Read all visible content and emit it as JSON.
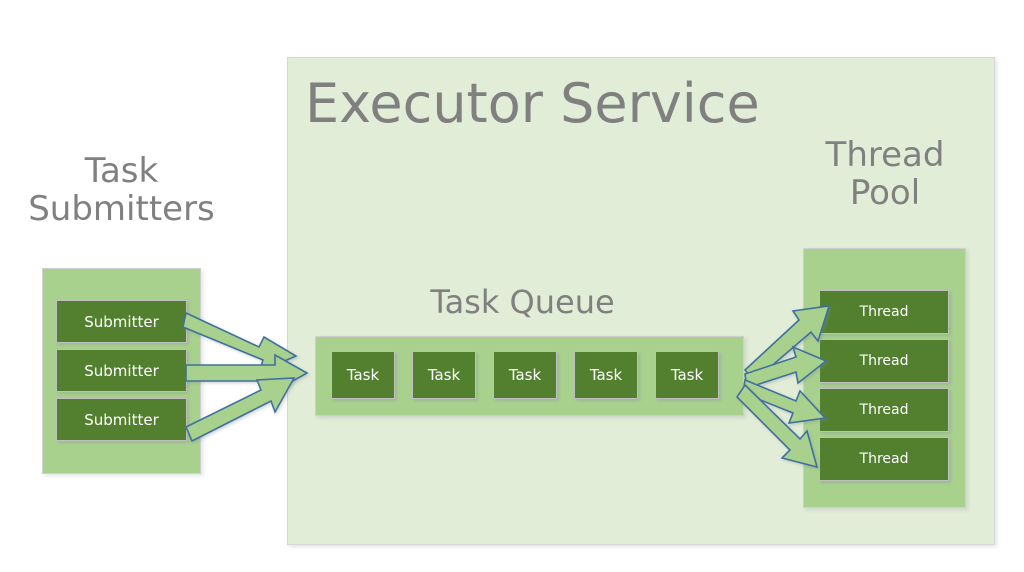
{
  "diagram": {
    "title": "Executor Service",
    "background_color": "#FFFFFF",
    "palette": {
      "container_fill": "#E2EDD7",
      "group_fill": "#A9D18E",
      "chip_fill": "#53802F",
      "chip_text": "#FFFFFF",
      "label_text": "#808080",
      "arrow_fill": "#A9D18E",
      "arrow_outline": "#41719C"
    },
    "executor_service": {
      "label": "Executor Service"
    },
    "task_submitters": {
      "label": "Task\nSubmitters",
      "items": [
        {
          "label": "Submitter"
        },
        {
          "label": "Submitter"
        },
        {
          "label": "Submitter"
        }
      ]
    },
    "task_queue": {
      "label": "Task Queue",
      "items": [
        {
          "label": "Task"
        },
        {
          "label": "Task"
        },
        {
          "label": "Task"
        },
        {
          "label": "Task"
        },
        {
          "label": "Task"
        }
      ]
    },
    "thread_pool": {
      "label": "Thread\nPool",
      "items": [
        {
          "label": "Thread"
        },
        {
          "label": "Thread"
        },
        {
          "label": "Thread"
        },
        {
          "label": "Thread"
        }
      ]
    },
    "arrows": {
      "submitters_to_queue_count": 3,
      "queue_to_threads_count": 4,
      "direction": "left-to-right"
    }
  }
}
